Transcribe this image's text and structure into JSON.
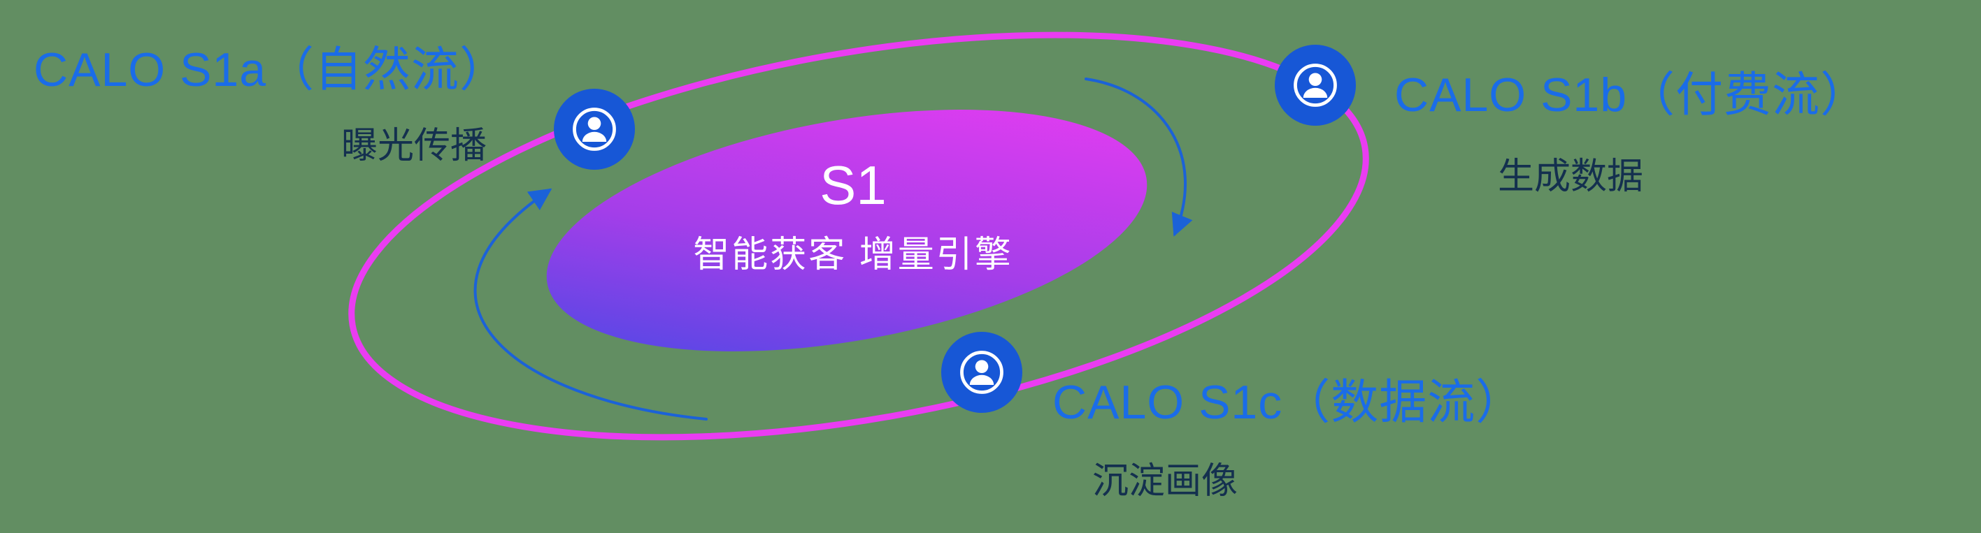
{
  "diagram": {
    "background": "#628e62",
    "center": {
      "title": "S1",
      "subtitle": "智能获客  增量引擎",
      "text_color": "#ffffff",
      "gradient_from": "#3f4ae4",
      "gradient_mid": "#a43ee9",
      "gradient_to": "#ef3cf2"
    },
    "orbit": {
      "stroke": "#ea3cf2"
    },
    "arrow_color": "#1b62d8",
    "node_color": "#1757d6",
    "label_color": "#1a6ce8",
    "sublabel_color": "#14304f",
    "nodes": [
      {
        "id": "calo-s1a",
        "label": "CALO S1a（自然流）",
        "sublabel": "曝光传播",
        "icon": "user-circle-icon"
      },
      {
        "id": "calo-s1b",
        "label": "CALO S1b（付费流）",
        "sublabel": "生成数据",
        "icon": "user-circle-icon"
      },
      {
        "id": "calo-s1c",
        "label": "CALO S1c（数据流）",
        "sublabel": "沉淀画像",
        "icon": "user-circle-icon"
      }
    ]
  }
}
